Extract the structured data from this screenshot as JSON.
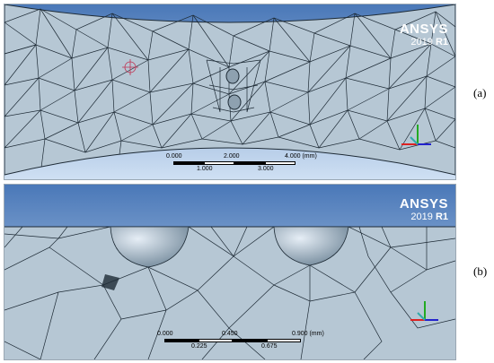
{
  "panels": [
    {
      "id": "a",
      "label": "(a)",
      "logo": {
        "brand": "ANSYS",
        "version": "2019",
        "release": "R1"
      },
      "scale_bar": {
        "top_labels": [
          "0.000",
          "2.000",
          "4.000 (mm)"
        ],
        "bottom_labels": [
          "1.000",
          "3.000"
        ]
      }
    },
    {
      "id": "b",
      "label": "(b)",
      "logo": {
        "brand": "ANSYS",
        "version": "2019",
        "release": "R1"
      },
      "scale_bar": {
        "top_labels": [
          "0.000",
          "0.450",
          "0.900 (mm)"
        ],
        "bottom_labels": [
          "0.225",
          "0.675"
        ]
      }
    }
  ],
  "colors": {
    "background_gradient_top": "#4a78b8",
    "background_gradient_bottom": "#cfe0f3",
    "mesh_fill": "#b6c7d4",
    "mesh_lines": "#1d2a35",
    "axis_x": "#d22",
    "axis_y": "#2a2",
    "axis_z": "#22c"
  }
}
